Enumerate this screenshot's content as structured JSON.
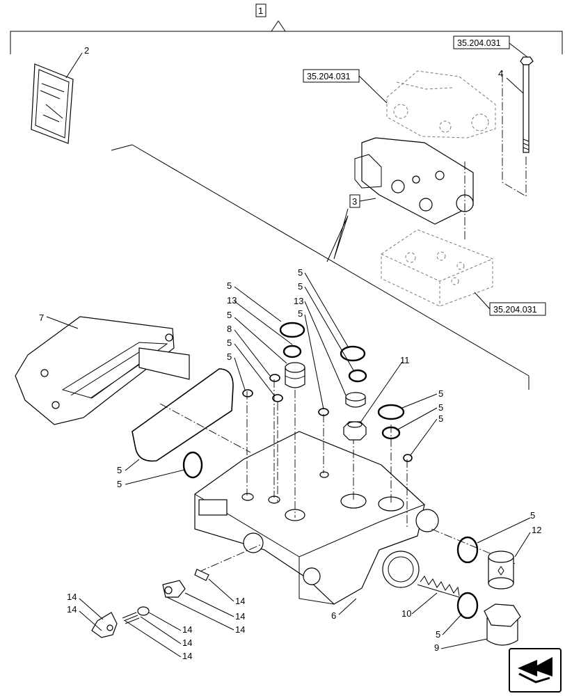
{
  "references": {
    "top_right": "35.204.031",
    "upper_valve": "35.204.031",
    "lower_block": "35.204.031"
  },
  "boxed_labels": {
    "assembly": "1",
    "section": "3"
  },
  "callouts": {
    "bag": "2",
    "long_bolt": "4",
    "oring": "5",
    "body": "6",
    "cover": "7",
    "spool_plug": "8",
    "plug_large": "9",
    "spring": "10",
    "fitting": "11",
    "plug_hex": "12",
    "seal": "13",
    "small_parts": "14"
  },
  "icons": {
    "nav": "arrow-nav-icon"
  }
}
